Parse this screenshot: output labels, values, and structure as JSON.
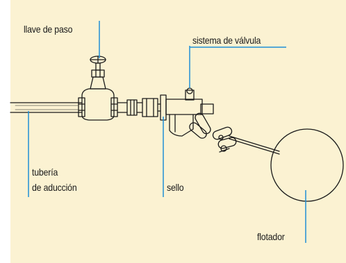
{
  "diagram": {
    "header_fragment": "...",
    "labels": {
      "llave_de_paso": "llave de paso",
      "sistema_de_valvula": "sistema de válvula",
      "tuberia_line1": "tubería",
      "tuberia_line2": "de aducción",
      "sello": "sello",
      "flotador": "flotador"
    }
  },
  "colors": {
    "background": "#fbf2d2",
    "leader_line": "#1e90d6",
    "drawing": "#1a1a1a"
  }
}
